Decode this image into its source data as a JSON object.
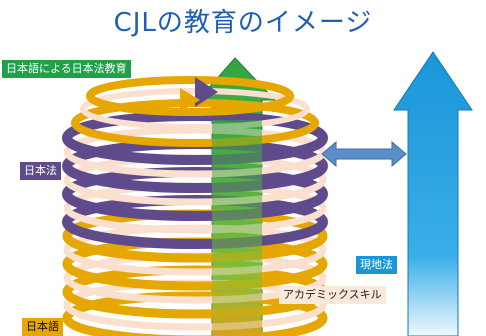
{
  "title": "CJLの教育のイメージ",
  "labels": {
    "japanese_legal_education": "日本語による日本法教育",
    "japanese_law": "日本法",
    "japanese_language": "日本語",
    "local_law": "現地法",
    "academic_skills": "アカデミックスキル"
  },
  "colors": {
    "title": "#1f5fb3",
    "green_arrow": "#36a84a",
    "blue_arrow": "#1a96d8",
    "purple_band": "#5f4b8b",
    "gold_band": "#e5a700",
    "peach_band": "#fbe0cf",
    "connector_arrow": "#5b8ec8"
  }
}
